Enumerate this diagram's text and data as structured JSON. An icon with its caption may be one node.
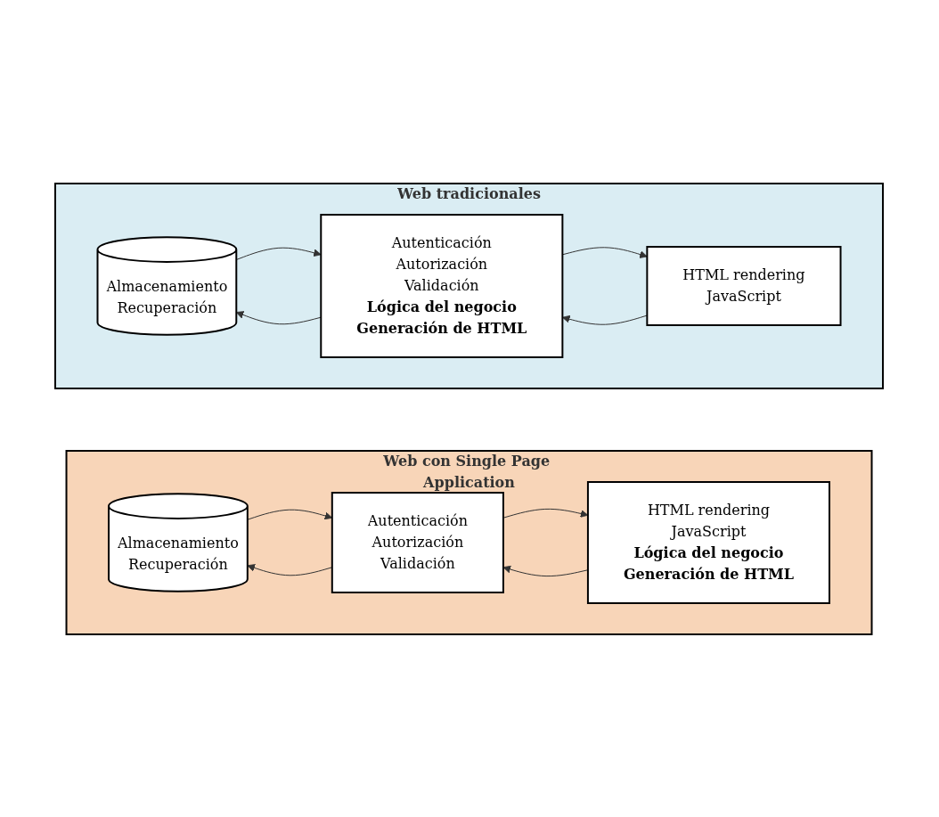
{
  "diagram": {
    "nodes": [
      {
        "text": [
          "Web tradicionales"
        ]
      },
      {
        "text": [
          "Almacenamiento",
          "Recuperación"
        ],
        "in": 0
      },
      {
        "text": [
          "Autenticación",
          "Autorización",
          "Validación",
          "**Lógica del negocio**",
          "**Generación de HTML**"
        ],
        "in": 0
      },
      {
        "text": [
          "HTML rendering",
          "JavaScript"
        ],
        "in": 0
      },
      {
        "text": [
          "Web con Single Page Application"
        ]
      },
      {
        "text": [
          "Almacenamiento",
          "Recuperación"
        ],
        "in": 4
      },
      {
        "text": [
          "Autenticación",
          "Autorización",
          "Validación"
        ],
        "in": 4
      },
      {
        "text": [
          "HTML rendering",
          "JavaScript",
          "**Lógica del negocio**",
          "**Generación de HTML**"
        ],
        "in": 4
      }
    ],
    "edges": [
      {
        "from": 1,
        "to": 2,
        "arrow": "to"
      },
      {
        "from": 2,
        "to": 1,
        "arrow": "to"
      },
      {
        "from": 2,
        "to": 3,
        "arrow": "to"
      },
      {
        "from": 3,
        "to": 2,
        "arrow": "to"
      },
      {
        "from": 5,
        "to": 6,
        "arrow": "to"
      },
      {
        "from": 6,
        "to": 5,
        "arrow": "to"
      },
      {
        "from": 6,
        "to": 7,
        "arrow": "to"
      },
      {
        "from": 7,
        "to": 6,
        "arrow": "to"
      }
    ]
  }
}
